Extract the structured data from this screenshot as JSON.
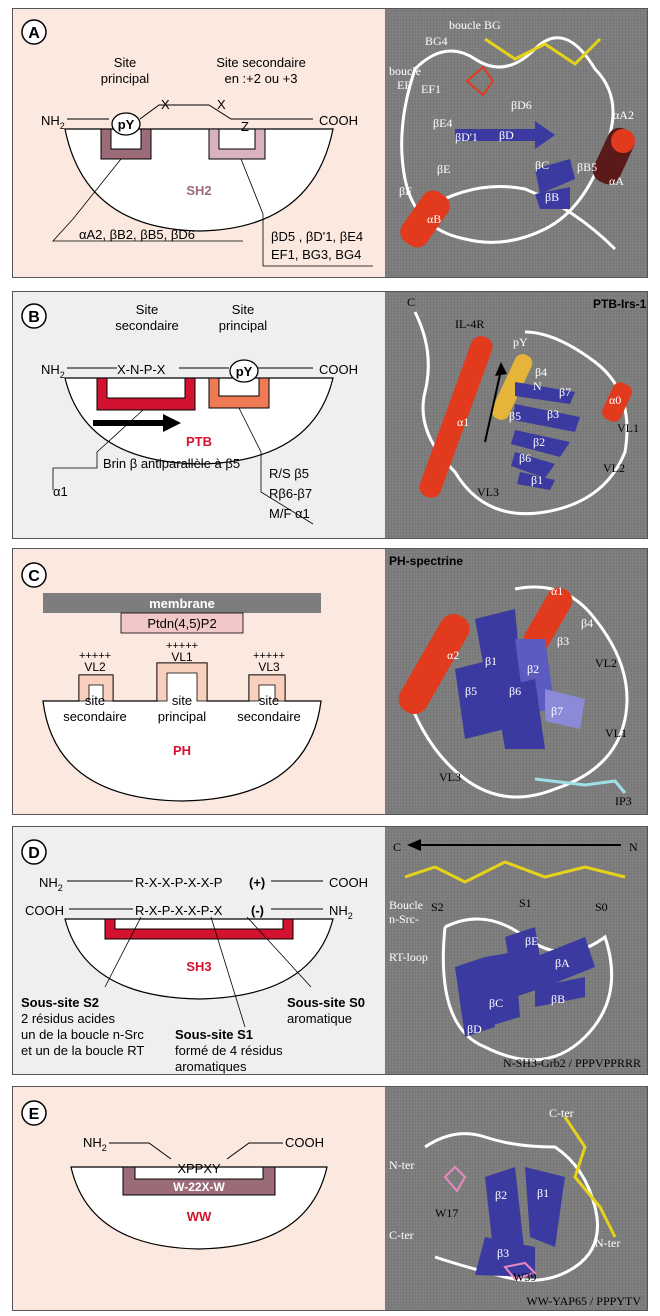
{
  "panels": {
    "A": {
      "letter": "A",
      "domain_name": "SH2",
      "site_primary_l1": "Site",
      "site_primary_l2": "principal",
      "site_secondary_l1": "Site secondaire",
      "site_secondary_l2": "en :+2 ou +3",
      "nh2": "NH",
      "nh2_sub": "2",
      "cooh": "COOH",
      "py": "pY",
      "x1": "X",
      "x2": "X",
      "z": "Z",
      "residues_left": "αA2, βB2, βB5, βD6",
      "residues_right_l1": "βD5 , βD'1, βE4",
      "residues_right_l2": "EF1, BG3, BG4",
      "struct_labels": {
        "boucle_bg": "boucle BG",
        "bg4": "BG4",
        "boucle": "boucle",
        "ef": "EF",
        "ef1": "EF1",
        "be4": "βE4",
        "bd1": "βD'1",
        "bd6": "βD6",
        "bd": "βD",
        "aa2": "αA2",
        "be": "βE",
        "bc": "βC",
        "bb5": "βB5",
        "bf": "βF",
        "bb": "βB",
        "aa": "αA",
        "ab": "αB"
      }
    },
    "B": {
      "letter": "B",
      "domain_name": "PTB",
      "site_secondary_l1": "Site",
      "site_secondary_l2": "secondaire",
      "site_primary_l1": "Site",
      "site_primary_l2": "principal",
      "nh2": "NH",
      "nh2_sub": "2",
      "cooh": "COOH",
      "py": "pY",
      "motif": "X-N-P-X",
      "strand_note": "Brin β antiparallèle à β5",
      "alpha1": "α1",
      "res1": "R/S β5",
      "res2": "Rβ6-β7",
      "res3": "M/F α1",
      "title": "PTB-Irs-1",
      "struct_labels": {
        "c": "C",
        "il4r": "IL-4R",
        "py": "pY",
        "n": "N",
        "b4": "β4",
        "b7": "β7",
        "a0": "α0",
        "b5": "β5",
        "b3": "β3",
        "vl1": "VL1",
        "a1": "α1",
        "b2": "β2",
        "b6": "β6",
        "vl2": "VL2",
        "b1": "β1",
        "vl3": "VL3"
      }
    },
    "C": {
      "letter": "C",
      "domain_name": "PH",
      "membrane": "membrane",
      "ptdn": "Ptdn(4,5)P2",
      "plus": "+++++",
      "vl2": "VL2",
      "vl1": "VL1",
      "vl3": "VL3",
      "site1_l1": "site",
      "site1_l2": "secondaire",
      "site2_l1": "site",
      "site2_l2": "principal",
      "site3_l1": "site",
      "site3_l2": "secondaire",
      "title": "PH-spectrine",
      "struct_labels": {
        "a1": "α1",
        "b4": "β4",
        "a2": "α2",
        "b3": "β3",
        "b1": "β1",
        "b2": "β2",
        "vl2": "VL2",
        "b5": "β5",
        "b6": "β6",
        "b7": "β7",
        "vl1": "VL1",
        "vl3": "VL3",
        "ip3": "IP3"
      }
    },
    "D": {
      "letter": "D",
      "domain_name": "SH3",
      "nh2": "NH",
      "nh2_sub": "2",
      "cooh": "COOH",
      "motif_plus": "R-X-X-P-X-X-P",
      "plus_sign": "(+)",
      "motif_minus": "R-X-P-X-X-P-X",
      "minus_sign": "(-)",
      "s2_title": "Sous-site S2",
      "s2_l1": "2 résidus acides",
      "s2_l2": "un de la boucle n-Src",
      "s2_l3": "et un de la boucle RT",
      "s1_title": "Sous-site S1",
      "s1_l1": "formé de 4 résidus",
      "s1_l2": "aromatiques",
      "s0_title": "Sous-site S0",
      "s0_l1": "aromatique",
      "caption": "N-SH3-Grb2 / PPPVPPRRR",
      "struct_labels": {
        "c": "C",
        "n": "N",
        "boucle": "Boucle",
        "nsrc": "n-Src-",
        "s2": "S2",
        "s1": "S1",
        "s0": "S0",
        "be": "βE",
        "rtloop": "RT-loop",
        "ba": "βA",
        "bc": "βC",
        "bb": "βB",
        "bd": "βD"
      }
    },
    "E": {
      "letter": "E",
      "domain_name": "WW",
      "nh2": "NH",
      "nh2_sub": "2",
      "cooh": "COOH",
      "motif": "XPPXY",
      "pocket": "W-22X-W",
      "caption": "WW-YAP65 / PPPYTV",
      "struct_labels": {
        "cter_top": "C-ter",
        "nter_left": "N-ter",
        "b1": "β1",
        "b2": "β2",
        "w17": "W17",
        "cter_left": "C-ter",
        "nter_right": "N-ter",
        "b3": "β3",
        "w39": "W39"
      }
    }
  },
  "colors": {
    "panel_pink": "#fbe8df",
    "panel_grey": "#efefef",
    "struct_bg": "#7d7d7d",
    "sh2_pocket1": "#9c6b78",
    "sh2_pocket2": "#d9b2bd",
    "ptb_red": "#d3122f",
    "ptb_orange": "#f07a54",
    "ph_pocket": "#f9d0bd",
    "sh3_red": "#d3122f",
    "ww_pocket": "#9c6b78",
    "domain_label_red": "#d3122f",
    "domain_label_mauve": "#9c6b78",
    "helix_red": "#e23a1c",
    "strand_blue": "#3a3aa0"
  }
}
